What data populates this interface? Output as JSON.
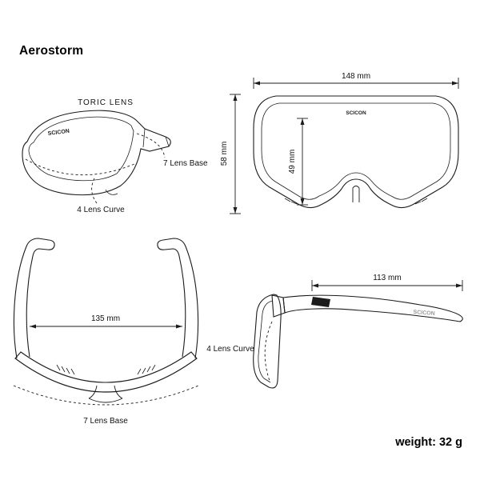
{
  "title": "Aerostorm",
  "brand": "SCICON",
  "weight": "weight: 32 g",
  "views": {
    "perspective": {
      "caption": "TORIC LENS",
      "lens_base_label": "7 Lens Base",
      "lens_curve_label": "4 Lens Curve"
    },
    "front": {
      "width": "148 mm",
      "frame_height": "58 mm",
      "lens_height": "49 mm"
    },
    "top": {
      "width": "135 mm",
      "lens_base_label": "7 Lens Base"
    },
    "side": {
      "temple_length": "113 mm",
      "lens_curve_label": "4 Lens Curve"
    }
  }
}
